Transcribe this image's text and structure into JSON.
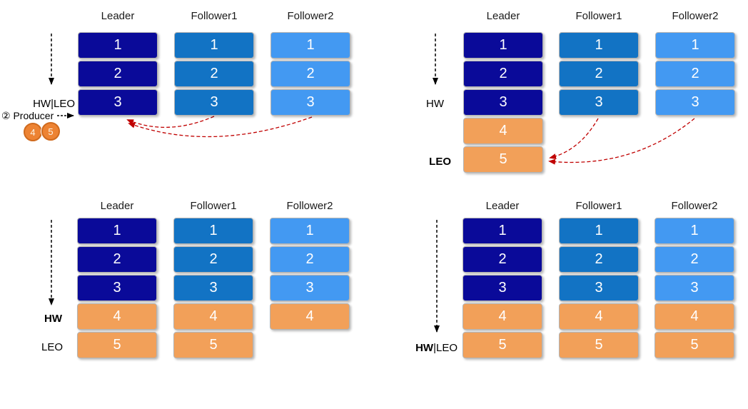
{
  "colors": {
    "leader_block": "#0a0a99",
    "follower1_block": "#1273c4",
    "follower2_block": "#4399f2",
    "appended_block": "#f2a059",
    "replication_arrow": "#c00000",
    "marker_arrow": "#000000",
    "producer_badge": "#ed8333",
    "producer_badge_border": "#d06a1d"
  },
  "panels": [
    {
      "name": "step2-producer-sends",
      "columns": [
        {
          "header": "Leader",
          "blocks": [
            {
              "label": "1",
              "color": "leader_block"
            },
            {
              "label": "2",
              "color": "leader_block"
            },
            {
              "label": "3",
              "color": "leader_block"
            }
          ]
        },
        {
          "header": "Follower1",
          "blocks": [
            {
              "label": "1",
              "color": "follower1_block"
            },
            {
              "label": "2",
              "color": "follower1_block"
            },
            {
              "label": "3",
              "color": "follower1_block"
            }
          ]
        },
        {
          "header": "Follower2",
          "blocks": [
            {
              "label": "1",
              "color": "follower2_block"
            },
            {
              "label": "2",
              "color": "follower2_block"
            },
            {
              "label": "3",
              "color": "follower2_block"
            }
          ]
        }
      ],
      "labels": {
        "hw_leo": "HW|LEO",
        "producer": "② Producer",
        "msg4": "4",
        "msg5": "5"
      }
    },
    {
      "name": "leader-appends-4-5",
      "columns": [
        {
          "header": "Leader",
          "blocks": [
            {
              "label": "1",
              "color": "leader_block"
            },
            {
              "label": "2",
              "color": "leader_block"
            },
            {
              "label": "3",
              "color": "leader_block"
            },
            {
              "label": "4",
              "color": "appended_block"
            },
            {
              "label": "5",
              "color": "appended_block"
            }
          ]
        },
        {
          "header": "Follower1",
          "blocks": [
            {
              "label": "1",
              "color": "follower1_block"
            },
            {
              "label": "2",
              "color": "follower1_block"
            },
            {
              "label": "3",
              "color": "follower1_block"
            }
          ]
        },
        {
          "header": "Follower2",
          "blocks": [
            {
              "label": "1",
              "color": "follower2_block"
            },
            {
              "label": "2",
              "color": "follower2_block"
            },
            {
              "label": "3",
              "color": "follower2_block"
            }
          ]
        }
      ],
      "labels": {
        "hw": "HW",
        "leo": "LEO"
      }
    },
    {
      "name": "followers-fetching",
      "columns": [
        {
          "header": "Leader",
          "blocks": [
            {
              "label": "1",
              "color": "leader_block"
            },
            {
              "label": "2",
              "color": "leader_block"
            },
            {
              "label": "3",
              "color": "leader_block"
            },
            {
              "label": "4",
              "color": "appended_block"
            },
            {
              "label": "5",
              "color": "appended_block"
            }
          ]
        },
        {
          "header": "Follower1",
          "blocks": [
            {
              "label": "1",
              "color": "follower1_block"
            },
            {
              "label": "2",
              "color": "follower1_block"
            },
            {
              "label": "3",
              "color": "follower1_block"
            },
            {
              "label": "4",
              "color": "appended_block"
            },
            {
              "label": "5",
              "color": "appended_block"
            }
          ]
        },
        {
          "header": "Follower2",
          "blocks": [
            {
              "label": "1",
              "color": "follower2_block"
            },
            {
              "label": "2",
              "color": "follower2_block"
            },
            {
              "label": "3",
              "color": "follower2_block"
            },
            {
              "label": "4",
              "color": "appended_block"
            }
          ]
        }
      ],
      "labels": {
        "hw": "HW",
        "leo": "LEO"
      }
    },
    {
      "name": "fully-replicated",
      "columns": [
        {
          "header": "Leader",
          "blocks": [
            {
              "label": "1",
              "color": "leader_block"
            },
            {
              "label": "2",
              "color": "leader_block"
            },
            {
              "label": "3",
              "color": "leader_block"
            },
            {
              "label": "4",
              "color": "appended_block"
            },
            {
              "label": "5",
              "color": "appended_block"
            }
          ]
        },
        {
          "header": "Follower1",
          "blocks": [
            {
              "label": "1",
              "color": "follower1_block"
            },
            {
              "label": "2",
              "color": "follower1_block"
            },
            {
              "label": "3",
              "color": "follower1_block"
            },
            {
              "label": "4",
              "color": "appended_block"
            },
            {
              "label": "5",
              "color": "appended_block"
            }
          ]
        },
        {
          "header": "Follower2",
          "blocks": [
            {
              "label": "1",
              "color": "follower2_block"
            },
            {
              "label": "2",
              "color": "follower2_block"
            },
            {
              "label": "3",
              "color": "follower2_block"
            },
            {
              "label": "4",
              "color": "appended_block"
            },
            {
              "label": "5",
              "color": "appended_block"
            }
          ]
        }
      ],
      "labels": {
        "hw": "HW",
        "leo_suffix": "|LEO"
      }
    }
  ]
}
